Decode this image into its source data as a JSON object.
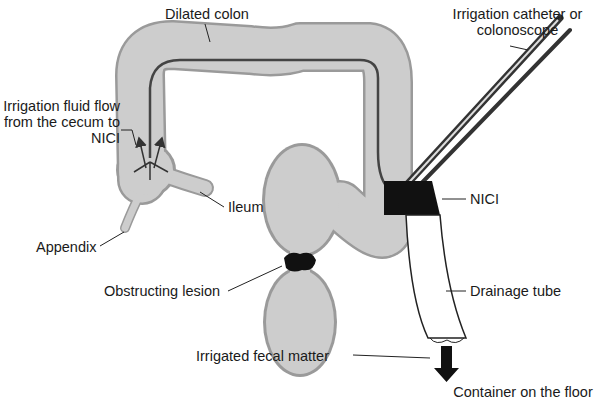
{
  "diagram": {
    "labels": [
      "Dilated colon",
      "Irrigation catheter or colonoscope",
      "Irrigation fluid flow from the cecum to NICI",
      "Ileum",
      "NICI",
      "Appendix",
      "Obstructing lesion",
      "Drainage tube",
      "Irrigated fecal matter",
      "Container on the floor"
    ]
  }
}
